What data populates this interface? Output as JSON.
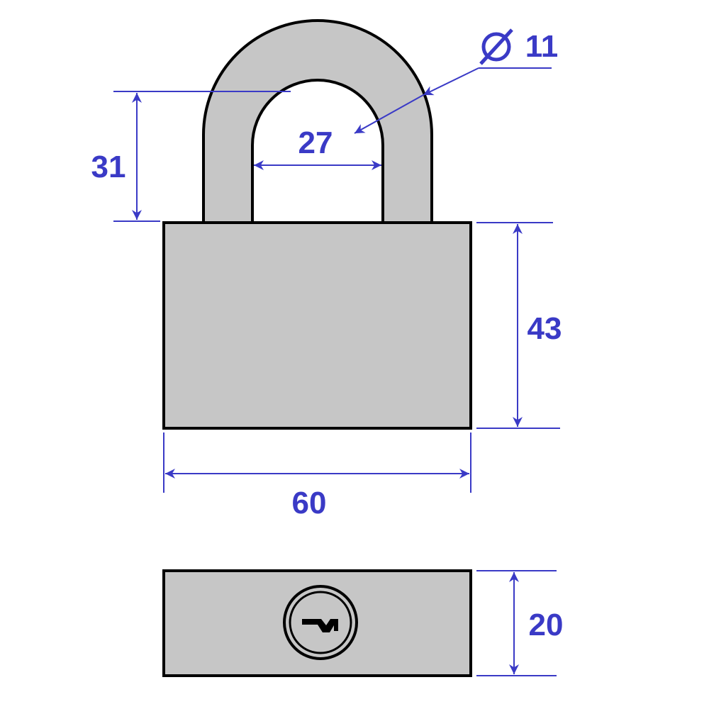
{
  "colors": {
    "body_fill": "#c6c6c6",
    "outline": "#000000",
    "dimension": "#3a3ac6",
    "background": "#ffffff"
  },
  "dimensions": {
    "shackle_height": "31",
    "shackle_inner_width": "27",
    "shackle_diameter_symbol": "∅",
    "shackle_diameter": "11",
    "body_height": "43",
    "body_width": "60",
    "body_thickness": "20"
  },
  "icons": {
    "keyhole": "keyhole-icon",
    "diameter": "diameter-symbol"
  }
}
